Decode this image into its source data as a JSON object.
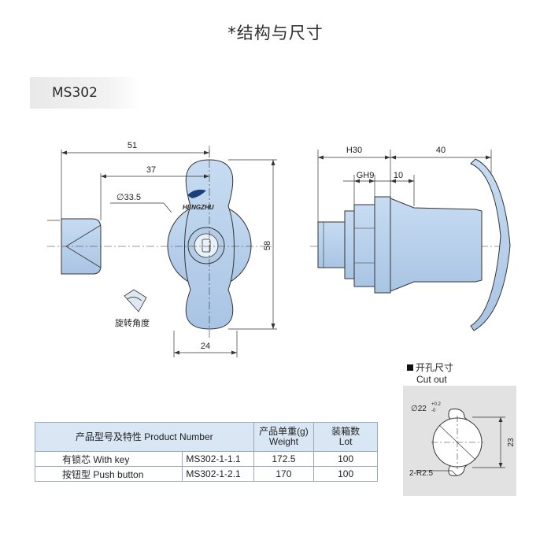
{
  "title": "*结构与尺寸",
  "model": "MS302",
  "front_view": {
    "dim_width": "51",
    "dim_offset": "37",
    "dim_diameter": "∅33.5",
    "dim_height": "58",
    "dim_bottom": "24",
    "brand_text": "HENGZHU",
    "rotation_label": "旋转角度"
  },
  "side_view": {
    "dim_h30": "H30",
    "dim_gh9": "GH9",
    "dim_10": "10",
    "dim_40": "40"
  },
  "cutout": {
    "label_cn": "开孔尺寸",
    "label_en": "Cut out",
    "diameter": "∅22",
    "tol_upper": "+0.2",
    "tol_lower": "-0",
    "height": "23",
    "radius": "2-R2.5"
  },
  "table": {
    "header_product": "产品型号及特性 Product Number",
    "header_weight_cn": "产品单重(g)",
    "header_weight_en": "Weight",
    "header_lot_cn": "装箱数",
    "header_lot_en": "Lot",
    "rows": [
      {
        "feature": "有锁芯 With key",
        "model": "MS302-1-1.1",
        "weight": "172.5",
        "lot": "100"
      },
      {
        "feature": "按钮型 Push button",
        "model": "MS302-1-2.1",
        "weight": "170",
        "lot": "100"
      }
    ]
  }
}
